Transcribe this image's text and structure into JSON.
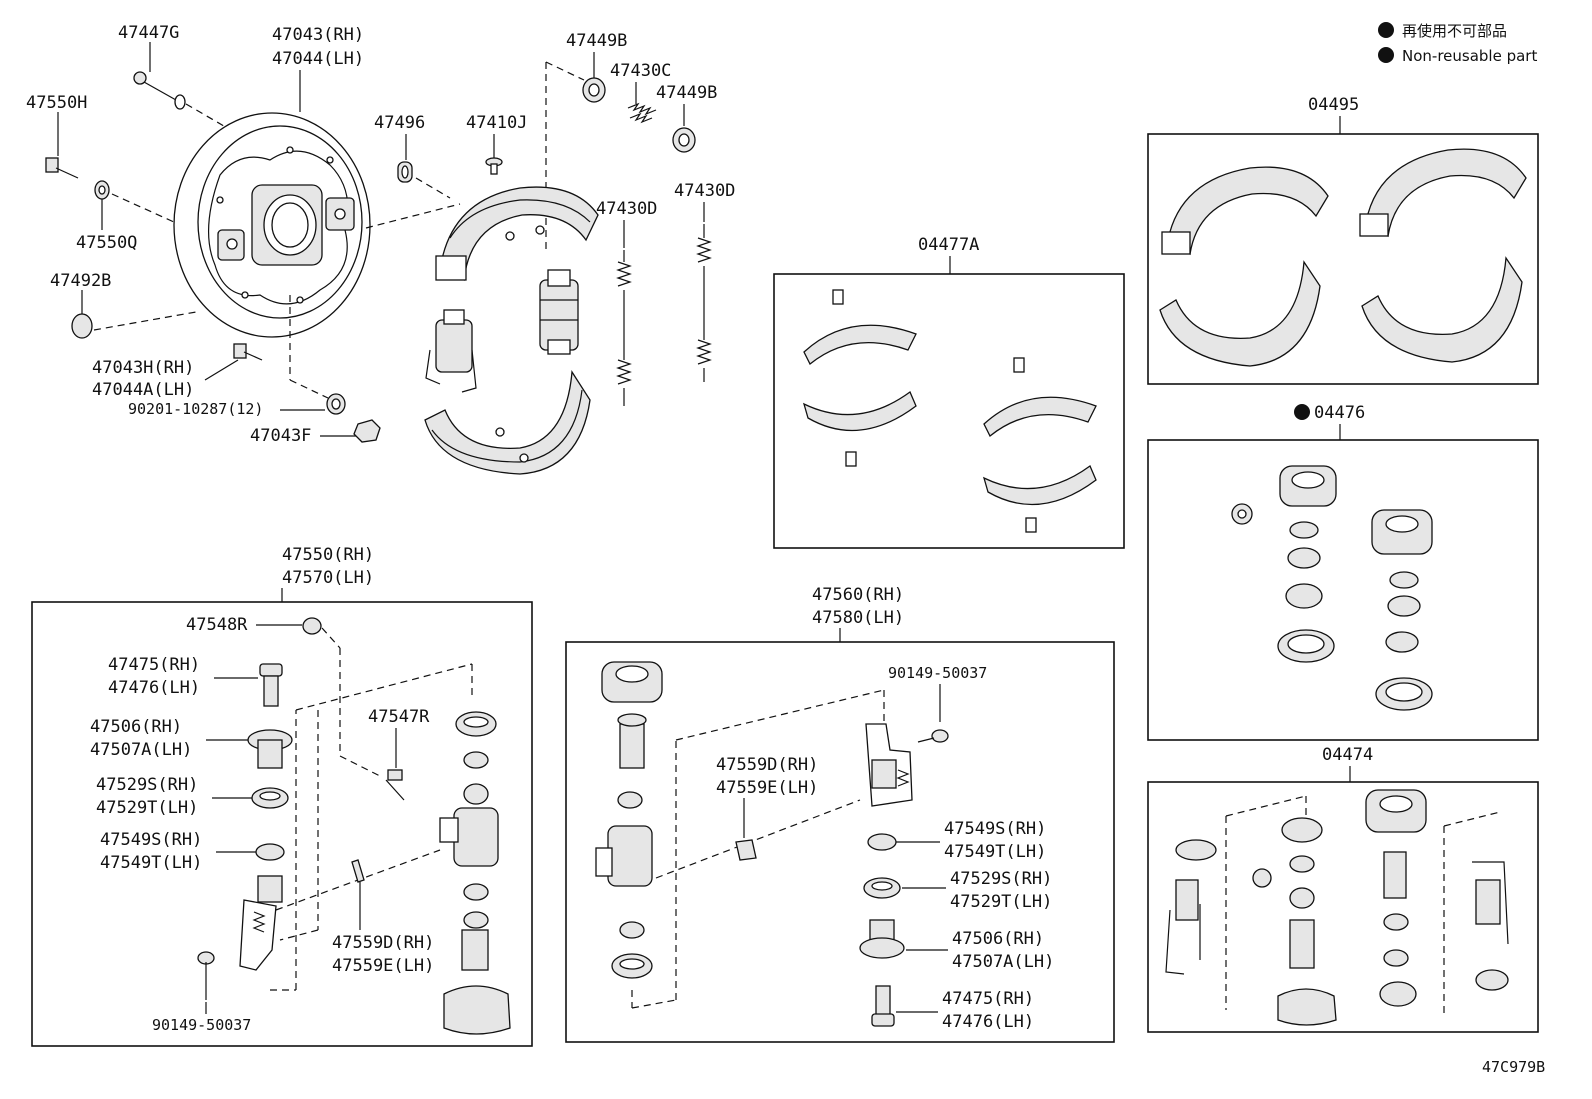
{
  "legend": {
    "jp": "再使用不可部品",
    "en": "Non-reusable part"
  },
  "diagram_id": "47C979B",
  "labels": {
    "p47447G": "47447G",
    "p47043RH": "47043(RH)",
    "p47044LH": "47044(LH)",
    "p47550H": "47550H",
    "p47550Q": "47550Q",
    "p47492B": "47492B",
    "p47043H": "47043H(RH)",
    "p47044A": "47044A(LH)",
    "p90201": "90201-10287(12)",
    "p47043F": "47043F",
    "p47496": "47496",
    "p47410J": "47410J",
    "p47449B_a": "47449B",
    "p47430C": "47430C",
    "p47449B_b": "47449B",
    "p47430D_a": "47430D",
    "p47430D_b": "47430D",
    "p04477A": "04477A",
    "p04495": "04495",
    "p04476": "04476",
    "p04474": "04474",
    "p47550RH": "47550(RH)",
    "p47570LH": "47570(LH)",
    "p47548R": "47548R",
    "p47475RH_l": "47475(RH)",
    "p47476LH_l": "47476(LH)",
    "p47506RH_l": "47506(RH)",
    "p47507ALH_l": "47507A(LH)",
    "p47529SRH_l": "47529S(RH)",
    "p47529TLH_l": "47529T(LH)",
    "p47549SRH_l": "47549S(RH)",
    "p47549TLH_l": "47549T(LH)",
    "p47547R": "47547R",
    "p47559DRH_l": "47559D(RH)",
    "p47559ELH_l": "47559E(LH)",
    "p90149_l": "90149-50037",
    "p47560RH": "47560(RH)",
    "p47580LH": "47580(LH)",
    "p90149_r": "90149-50037",
    "p47559DRH_r": "47559D(RH)",
    "p47559ELH_r": "47559E(LH)",
    "p47549SRH_r": "47549S(RH)",
    "p47549TLH_r": "47549T(LH)",
    "p47529SRH_r": "47529S(RH)",
    "p47529TLH_r": "47529T(LH)",
    "p47506RH_r": "47506(RH)",
    "p47507ALH_r": "47507A(LH)",
    "p47475RH_r": "47475(RH)",
    "p47476LH_r": "47476(LH)"
  }
}
